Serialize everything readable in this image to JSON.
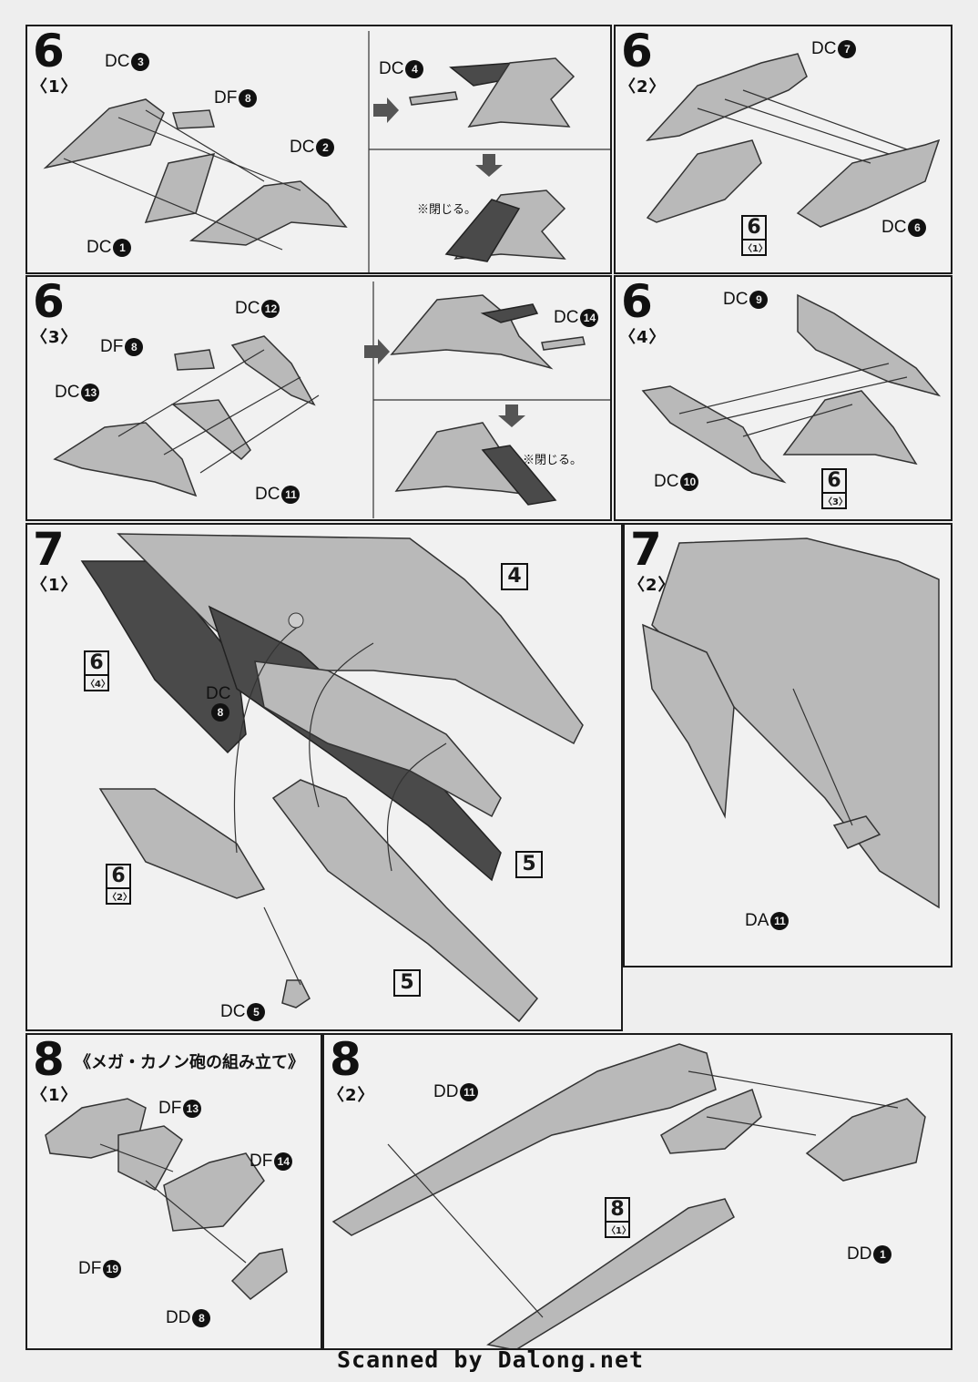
{
  "steps": {
    "s6_1": {
      "num": "6",
      "sub": "〈1〉",
      "labels": {
        "dc3": "DC",
        "dc3_n": "3",
        "df8": "DF",
        "df8_n": "8",
        "dc2": "DC",
        "dc2_n": "2",
        "dc1": "DC",
        "dc1_n": "1",
        "dc4": "DC",
        "dc4_n": "4"
      },
      "note": "※閉じる。"
    },
    "s6_2": {
      "num": "6",
      "sub": "〈2〉",
      "labels": {
        "dc7": "DC",
        "dc7_n": "7",
        "dc6": "DC",
        "dc6_n": "6"
      },
      "ref": {
        "n": "6",
        "s": "〈1〉"
      }
    },
    "s6_3": {
      "num": "6",
      "sub": "〈3〉",
      "labels": {
        "dc12": "DC",
        "dc12_n": "12",
        "df8": "DF",
        "df8_n": "8",
        "dc13": "DC",
        "dc13_n": "13",
        "dc11": "DC",
        "dc11_n": "11",
        "dc14": "DC",
        "dc14_n": "14"
      },
      "note": "※閉じる。"
    },
    "s6_4": {
      "num": "6",
      "sub": "〈4〉",
      "labels": {
        "dc9": "DC",
        "dc9_n": "9",
        "dc10": "DC",
        "dc10_n": "10"
      },
      "ref": {
        "n": "6",
        "s": "〈3〉"
      }
    },
    "s7_1": {
      "num": "7",
      "sub": "〈1〉",
      "labels": {
        "dc8": "DC",
        "dc8_n": "8",
        "dc5": "DC",
        "dc5_n": "5"
      },
      "boxes": [
        "4",
        "5",
        "5"
      ],
      "ref_a": {
        "n": "6",
        "s": "〈4〉"
      },
      "ref_b": {
        "n": "6",
        "s": "〈2〉"
      }
    },
    "s7_2": {
      "num": "7",
      "sub": "〈2〉",
      "labels": {
        "da11": "DA",
        "da11_n": "11"
      }
    },
    "s8_1": {
      "num": "8",
      "sub": "〈1〉",
      "title": "《メガ・カノン砲の組み立て》",
      "labels": {
        "df13": "DF",
        "df13_n": "13",
        "df14": "DF",
        "df14_n": "14",
        "df19": "DF",
        "df19_n": "19",
        "dd8": "DD",
        "dd8_n": "8"
      }
    },
    "s8_2": {
      "num": "8",
      "sub": "〈2〉",
      "labels": {
        "dd11": "DD",
        "dd11_n": "11",
        "dd1": "DD",
        "dd1_n": "1"
      },
      "ref": {
        "n": "8",
        "s": "〈1〉"
      }
    }
  },
  "footer": "Scanned by Dalong.net"
}
